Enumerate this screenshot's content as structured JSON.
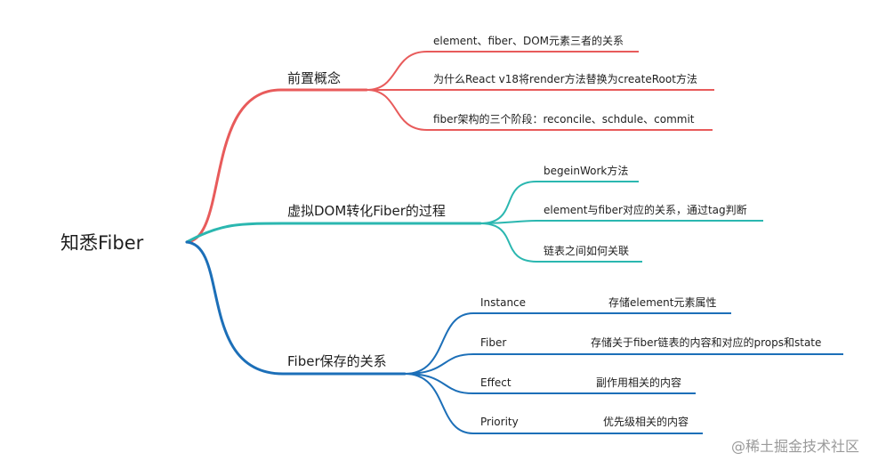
{
  "root": {
    "label": "知悉Fiber"
  },
  "colors": {
    "red": "#e85b5b",
    "teal": "#2bb7b0",
    "blue": "#1c6fb8",
    "text": "#1f1f1f"
  },
  "branches": [
    {
      "label": "前置概念",
      "color": "#e85b5b",
      "leaves": [
        {
          "label": "element、fiber、DOM元素三者的关系"
        },
        {
          "label": "为什么React v18将render方法替换为createRoot方法"
        },
        {
          "label": "fiber架构的三个阶段：reconcile、schdule、commit"
        }
      ]
    },
    {
      "label": "虚拟DOM转化Fiber的过程",
      "color": "#2bb7b0",
      "leaves": [
        {
          "label": "begeinWork方法"
        },
        {
          "label": "element与fiber对应的关系，通过tag判断"
        },
        {
          "label": "链表之间如何关联"
        }
      ]
    },
    {
      "label": "Fiber保存的关系",
      "color": "#1c6fb8",
      "leaves": [
        {
          "label": "Instance",
          "detail": "存储element元素属性"
        },
        {
          "label": "Fiber",
          "detail": "存储关于fiber链表的内容和对应的props和state"
        },
        {
          "label": "Effect",
          "detail": "副作用相关的内容"
        },
        {
          "label": "Priority",
          "detail": "优先级相关的内容"
        }
      ]
    }
  ],
  "watermark": "@稀土掘金技术社区"
}
